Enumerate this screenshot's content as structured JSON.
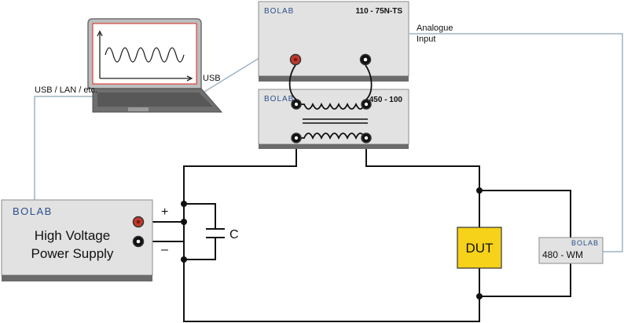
{
  "laptop": {
    "link_label": "USB / LAN / etc.",
    "usb_label": "USB"
  },
  "amplifier": {
    "brand": "BOLAB",
    "model": "110 - 75N-TS",
    "input_label_line1": "Analogue",
    "input_label_line2": "Input"
  },
  "transformer": {
    "brand": "BOLAB",
    "model": "450 - 100"
  },
  "power_supply": {
    "brand": "BOLAB",
    "title_line1": "High Voltage",
    "title_line2": "Power Supply",
    "plus": "+",
    "minus": "–"
  },
  "capacitor": {
    "label": "C"
  },
  "dut": {
    "label": "DUT",
    "color": "#f6d21a"
  },
  "wattmeter": {
    "brand": "BOLAB",
    "model": "480 - WM"
  },
  "colors": {
    "wire": "#111111",
    "signal_wire": "#9fb3c4",
    "device_fill": "#e2e2e2",
    "device_base": "#6b6b6b",
    "brand": "#2a4f8a",
    "terminal_red": "#c0392b"
  }
}
